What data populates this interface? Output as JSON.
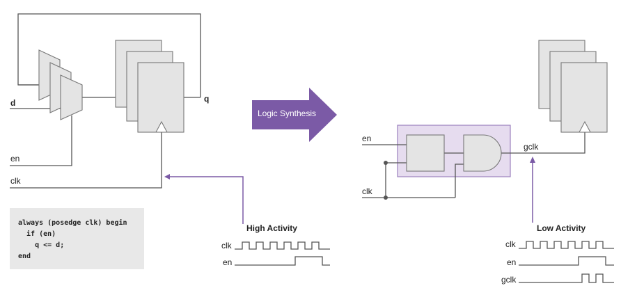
{
  "left": {
    "inputs": {
      "d": "d",
      "en": "en",
      "clk": "clk"
    },
    "output": "q",
    "waveform": {
      "title": "High Activity",
      "signals": [
        "clk",
        "en"
      ]
    }
  },
  "code": {
    "lines": [
      "always (posedge clk) begin",
      "  if (en)",
      "    q <= d;",
      "end"
    ]
  },
  "arrow": {
    "label": "Logic Synthesis"
  },
  "right": {
    "inputs": {
      "en": "en",
      "clk": "clk"
    },
    "output": "gclk",
    "waveform": {
      "title": "Low Activity",
      "signals": [
        "clk",
        "en",
        "gclk"
      ]
    }
  },
  "colors": {
    "accent": "#7b5aa6",
    "clock_gate_box": "#e6dcef",
    "component_fill": "#e4e4e4",
    "wire": "#555555",
    "code_bg": "#e8e8e8"
  }
}
